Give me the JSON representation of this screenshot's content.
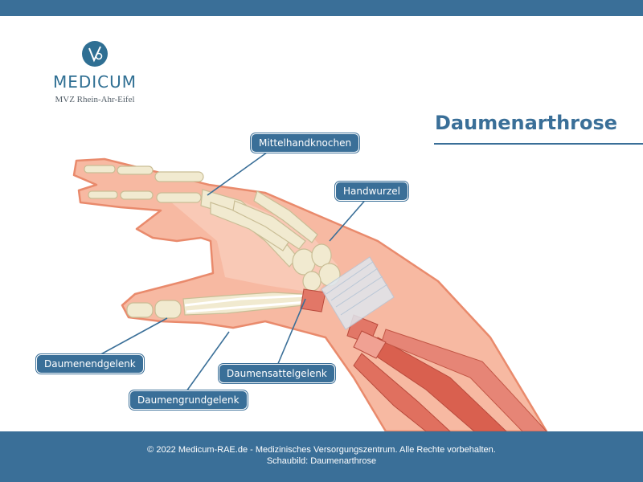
{
  "logo": {
    "name": "MEDICUM",
    "subtitle": "MVZ Rhein-Ahr-Eifel"
  },
  "title": "Daumenarthrose",
  "labels": {
    "mittelhandknochen": "Mittelhandknochen",
    "handwurzel": "Handwurzel",
    "daumenendgelenk": "Daumenendgelenk",
    "daumengrundgelenk": "Daumengrundgelenk",
    "daumensattelgelenk": "Daumensattelgelenk"
  },
  "footer": {
    "line1": "© 2022 Medicum-RAE.de - Medizinisches Versorgungszentrum. Alle Rechte vorbehalten.",
    "line2": "Schaubild: Daumenarthrose"
  },
  "colors": {
    "brand": "#3a6f98",
    "skin": "#f7b9a2",
    "skin_outline": "#e98a6c",
    "bone": "#f1ead0",
    "muscle": "#d9604f"
  }
}
